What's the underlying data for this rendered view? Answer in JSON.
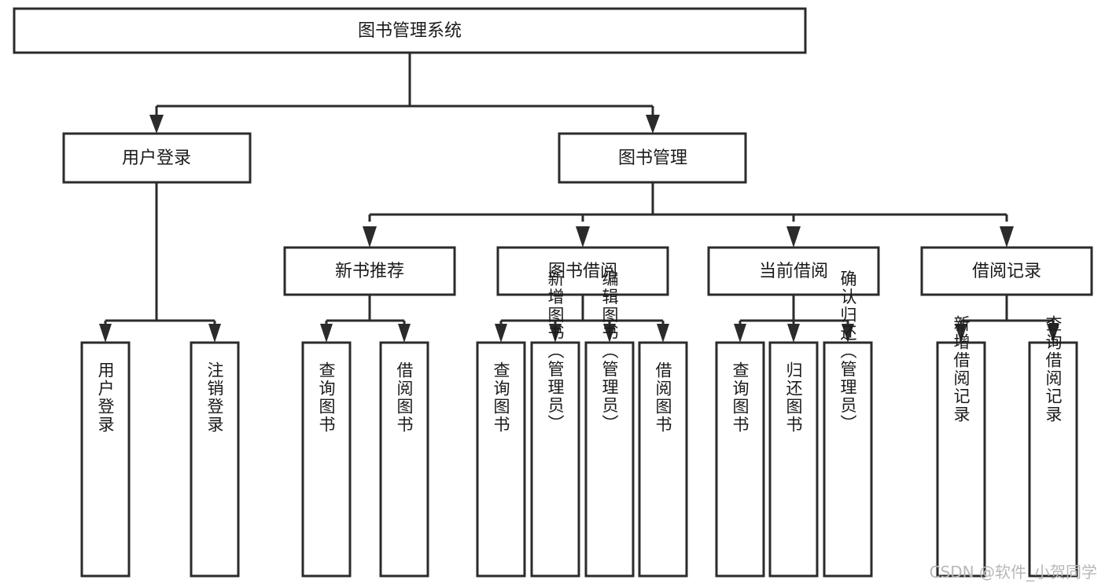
{
  "diagram": {
    "title": "图书管理系统",
    "type": "hierarchy-tree",
    "root": {
      "id": "root",
      "label": "图书管理系统",
      "orientation": "horizontal"
    },
    "level2": [
      {
        "id": "user-login",
        "label": "用户登录",
        "orientation": "horizontal"
      },
      {
        "id": "book-management",
        "label": "图书管理",
        "orientation": "horizontal"
      }
    ],
    "level3": [
      {
        "id": "new-book-recommend",
        "label": "新书推荐",
        "parent": "book-management",
        "orientation": "horizontal"
      },
      {
        "id": "book-borrow",
        "label": "图书借阅",
        "parent": "book-management",
        "orientation": "horizontal"
      },
      {
        "id": "current-borrow",
        "label": "当前借阅",
        "parent": "book-management",
        "orientation": "horizontal"
      },
      {
        "id": "borrow-record",
        "label": "借阅记录",
        "parent": "book-management",
        "orientation": "horizontal"
      }
    ],
    "leaves": [
      {
        "id": "leaf-user-login",
        "label": "用户登录",
        "parent": "user-login",
        "orientation": "vertical"
      },
      {
        "id": "leaf-logout-login",
        "label": "注销登录",
        "parent": "user-login",
        "orientation": "vertical"
      },
      {
        "id": "leaf-query-book-1",
        "label": "查询图书",
        "parent": "new-book-recommend",
        "orientation": "vertical"
      },
      {
        "id": "leaf-borrow-book-1",
        "label": "借阅图书",
        "parent": "new-book-recommend",
        "orientation": "vertical"
      },
      {
        "id": "leaf-query-book-2",
        "label": "查询图书",
        "parent": "book-borrow",
        "orientation": "vertical"
      },
      {
        "id": "leaf-add-book",
        "label": "新增图书（管理员）",
        "parent": "book-borrow",
        "orientation": "vertical"
      },
      {
        "id": "leaf-edit-book",
        "label": "编辑图书（管理员）",
        "parent": "book-borrow",
        "orientation": "vertical"
      },
      {
        "id": "leaf-borrow-book-2",
        "label": "借阅图书",
        "parent": "book-borrow",
        "orientation": "vertical"
      },
      {
        "id": "leaf-query-book-3",
        "label": "查询图书",
        "parent": "current-borrow",
        "orientation": "vertical"
      },
      {
        "id": "leaf-return-book",
        "label": "归还图书",
        "parent": "current-borrow",
        "orientation": "vertical"
      },
      {
        "id": "leaf-confirm-return",
        "label": "确认归还（管理员）",
        "parent": "current-borrow",
        "orientation": "vertical"
      },
      {
        "id": "leaf-add-record",
        "label": "新增借阅记录",
        "parent": "borrow-record",
        "orientation": "vertical"
      },
      {
        "id": "leaf-query-record",
        "label": "查询借阅记录",
        "parent": "borrow-record",
        "orientation": "vertical"
      }
    ],
    "colors": {
      "stroke": "#2b2b2b",
      "fill": "#ffffff",
      "text": "#1a1a1a",
      "watermark": "#b8b8b8"
    }
  },
  "watermark": {
    "text": "CSDN @软件_小贺同学"
  }
}
